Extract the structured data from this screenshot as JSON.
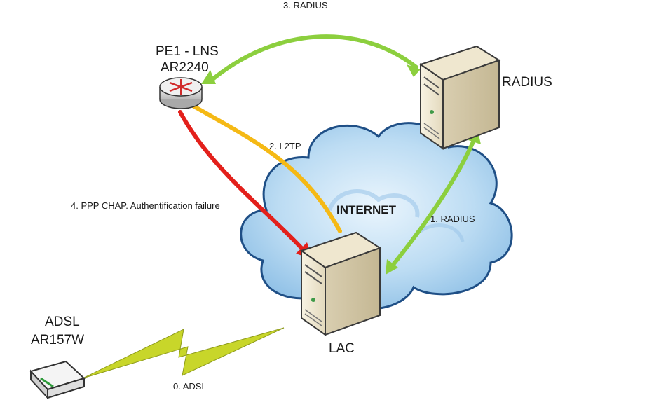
{
  "nodes": {
    "lns": {
      "name": "PE1 - LNS",
      "model": "AR2240",
      "icon": "router-icon"
    },
    "radius": {
      "name": "RADIUS",
      "icon": "server-icon"
    },
    "lac": {
      "name": "LAC",
      "icon": "server-icon"
    },
    "adsl": {
      "name": "ADSL",
      "model": "AR157W",
      "icon": "adsl-modem-icon"
    },
    "cloud": {
      "name": "INTERNET",
      "icon": "cloud-icon"
    }
  },
  "links": [
    {
      "id": "adsl",
      "label": "0. ADSL",
      "color": "#c8d62a"
    },
    {
      "id": "radius1",
      "label": "1. RADIUS",
      "color": "#8ccf3e"
    },
    {
      "id": "l2tp",
      "label": "2. L2TP",
      "color": "#f5b915"
    },
    {
      "id": "radius3",
      "label": "3. RADIUS",
      "color": "#8ccf3e"
    },
    {
      "id": "ppp",
      "label": "4. PPP CHAP. Authentification failure",
      "color": "#e3201b"
    }
  ]
}
